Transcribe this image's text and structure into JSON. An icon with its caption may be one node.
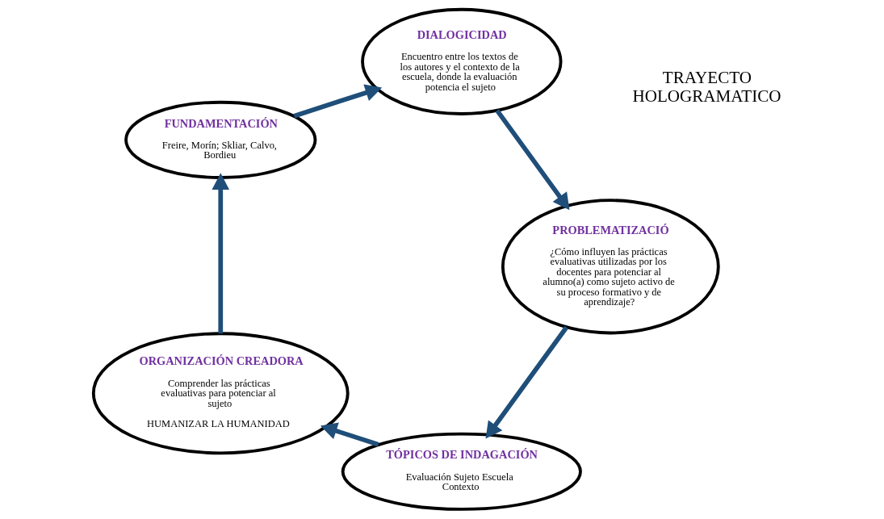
{
  "diagram": {
    "nodes": [
      {
        "text": [
          "TÓPICOS DE INDAGACIÓN",
          "Evaluación Sujeto Escuela Contexto"
        ]
      },
      {
        "text": [
          "ORGANIZACIÓN CREADORA",
          "Comprender las prácticas evaluativas para potenciar al sujeto",
          "HUMANIZAR LA HUMANIDAD"
        ]
      },
      {
        "text": [
          "FUNDAMENTACIÓN",
          "Freire, Morín; Skliar, Calvo, Bordieu"
        ]
      },
      {
        "text": [
          "DIALOGICIDAD",
          "Encuentro entre los textos de los autores y el contexto de la escuela, donde la evaluación potencia el sujeto"
        ]
      },
      {
        "text": [
          "PROBLEMATIZACIÓ",
          "¿Cómo influyen las prácticas evaluativas utilizadas por los docentes para potenciar al alumno(a) como sujeto activo de su proceso formativo y de aprendizaje?"
        ]
      }
    ],
    "edges": [
      {
        "from": 0,
        "to": 1,
        "arrow": "to"
      },
      {
        "from": 1,
        "to": 2,
        "arrow": "to"
      },
      {
        "from": 2,
        "to": 3,
        "arrow": "to"
      },
      {
        "from": 3,
        "to": 4,
        "arrow": "to"
      },
      {
        "from": 4,
        "to": 0,
        "arrow": "to"
      }
    ],
    "labels": [
      "TRAYECTO HOLOGRAMATICO"
    ]
  }
}
